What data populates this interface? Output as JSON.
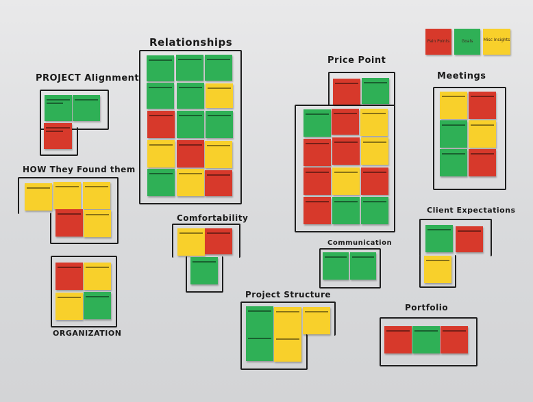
{
  "titles": {
    "project_alignment": "PROJECT Alignment",
    "relationships": "Relationships",
    "price_point": "Price Point",
    "meetings": "Meetings",
    "how_they_found_them": "HOW They Found them",
    "comfortability": "Comfortability",
    "communication": "Communication",
    "client_expectations": "Client Expectations",
    "organization": "ORGANIZATION",
    "project_structure": "Project Structure",
    "portfolio": "Portfolio"
  },
  "legend": {
    "pain_points": "Pain Points",
    "goals": "Goals",
    "misc_insights": "Misc Insights"
  },
  "colors": {
    "red": "#d7392b",
    "green": "#2fb056",
    "yellow": "#f8d02b"
  }
}
